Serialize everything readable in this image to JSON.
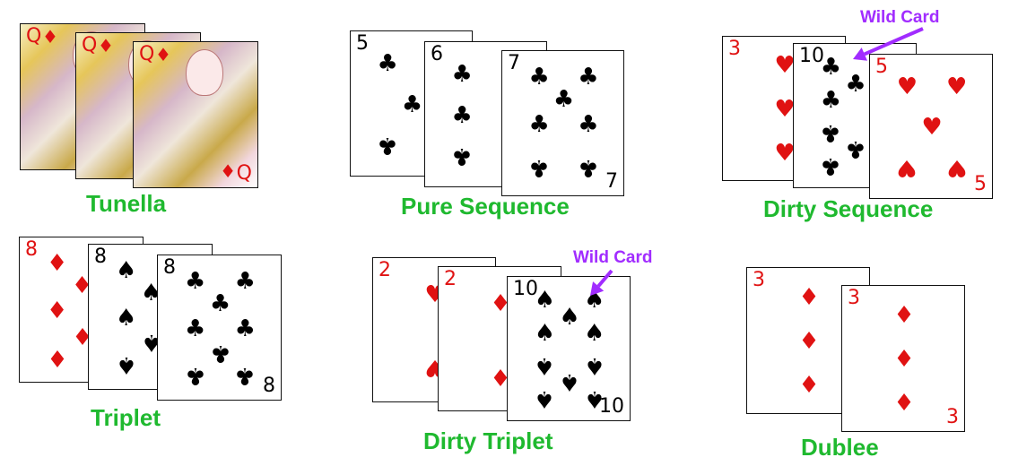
{
  "colors": {
    "label": "#1fb92f",
    "wild": "#a12cff",
    "red": "#e01212",
    "black": "#000000"
  },
  "wild_text": "Wild Card",
  "groups": [
    {
      "key": "tunella",
      "label": "Tunella",
      "cards": [
        {
          "rank": "Q",
          "suit": "♦",
          "color": "red"
        },
        {
          "rank": "Q",
          "suit": "♦",
          "color": "red"
        },
        {
          "rank": "Q",
          "suit": "♦",
          "color": "red"
        }
      ]
    },
    {
      "key": "pure_sequence",
      "label": "Pure Sequence",
      "cards": [
        {
          "rank": "5",
          "suit": "♣",
          "color": "black"
        },
        {
          "rank": "6",
          "suit": "♣",
          "color": "black"
        },
        {
          "rank": "7",
          "suit": "♣",
          "color": "black"
        }
      ]
    },
    {
      "key": "dirty_sequence",
      "label": "Dirty Sequence",
      "wild": true,
      "cards": [
        {
          "rank": "3",
          "suit": "♥",
          "color": "red"
        },
        {
          "rank": "10",
          "suit": "♣",
          "color": "black"
        },
        {
          "rank": "5",
          "suit": "♥",
          "color": "red"
        }
      ]
    },
    {
      "key": "triplet",
      "label": "Triplet",
      "cards": [
        {
          "rank": "8",
          "suit": "♦",
          "color": "red"
        },
        {
          "rank": "8",
          "suit": "♠",
          "color": "black"
        },
        {
          "rank": "8",
          "suit": "♣",
          "color": "black"
        }
      ]
    },
    {
      "key": "dirty_triplet",
      "label": "Dirty Triplet",
      "wild": true,
      "cards": [
        {
          "rank": "2",
          "suit": "♥",
          "color": "red"
        },
        {
          "rank": "2",
          "suit": "♦",
          "color": "red"
        },
        {
          "rank": "10",
          "suit": "♠",
          "color": "black"
        }
      ]
    },
    {
      "key": "dublee",
      "label": "Dublee",
      "cards": [
        {
          "rank": "3",
          "suit": "♦",
          "color": "red"
        },
        {
          "rank": "3",
          "suit": "♦",
          "color": "red"
        }
      ]
    }
  ]
}
